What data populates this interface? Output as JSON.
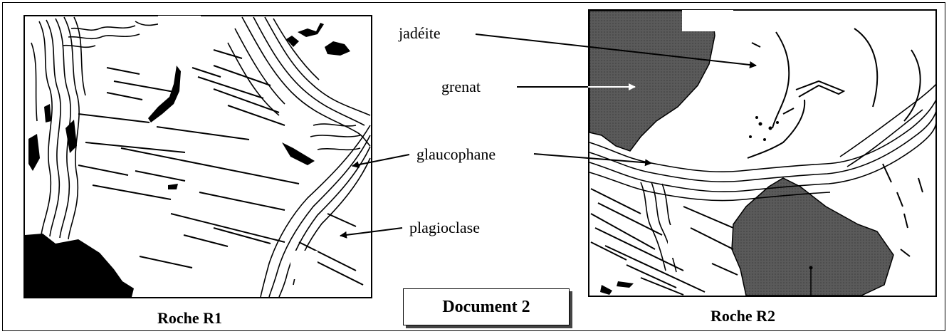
{
  "labels": {
    "jadeite": "jadéite",
    "grenat": "grenat",
    "glaucophane": "glaucophane",
    "plagioclase": "plagioclase"
  },
  "captions": {
    "r1": "Roche R1",
    "r2": "Roche R2",
    "document": "Document 2"
  },
  "colors": {
    "ink": "#000000",
    "grenat_fill": "#555555",
    "background": "#ffffff"
  }
}
